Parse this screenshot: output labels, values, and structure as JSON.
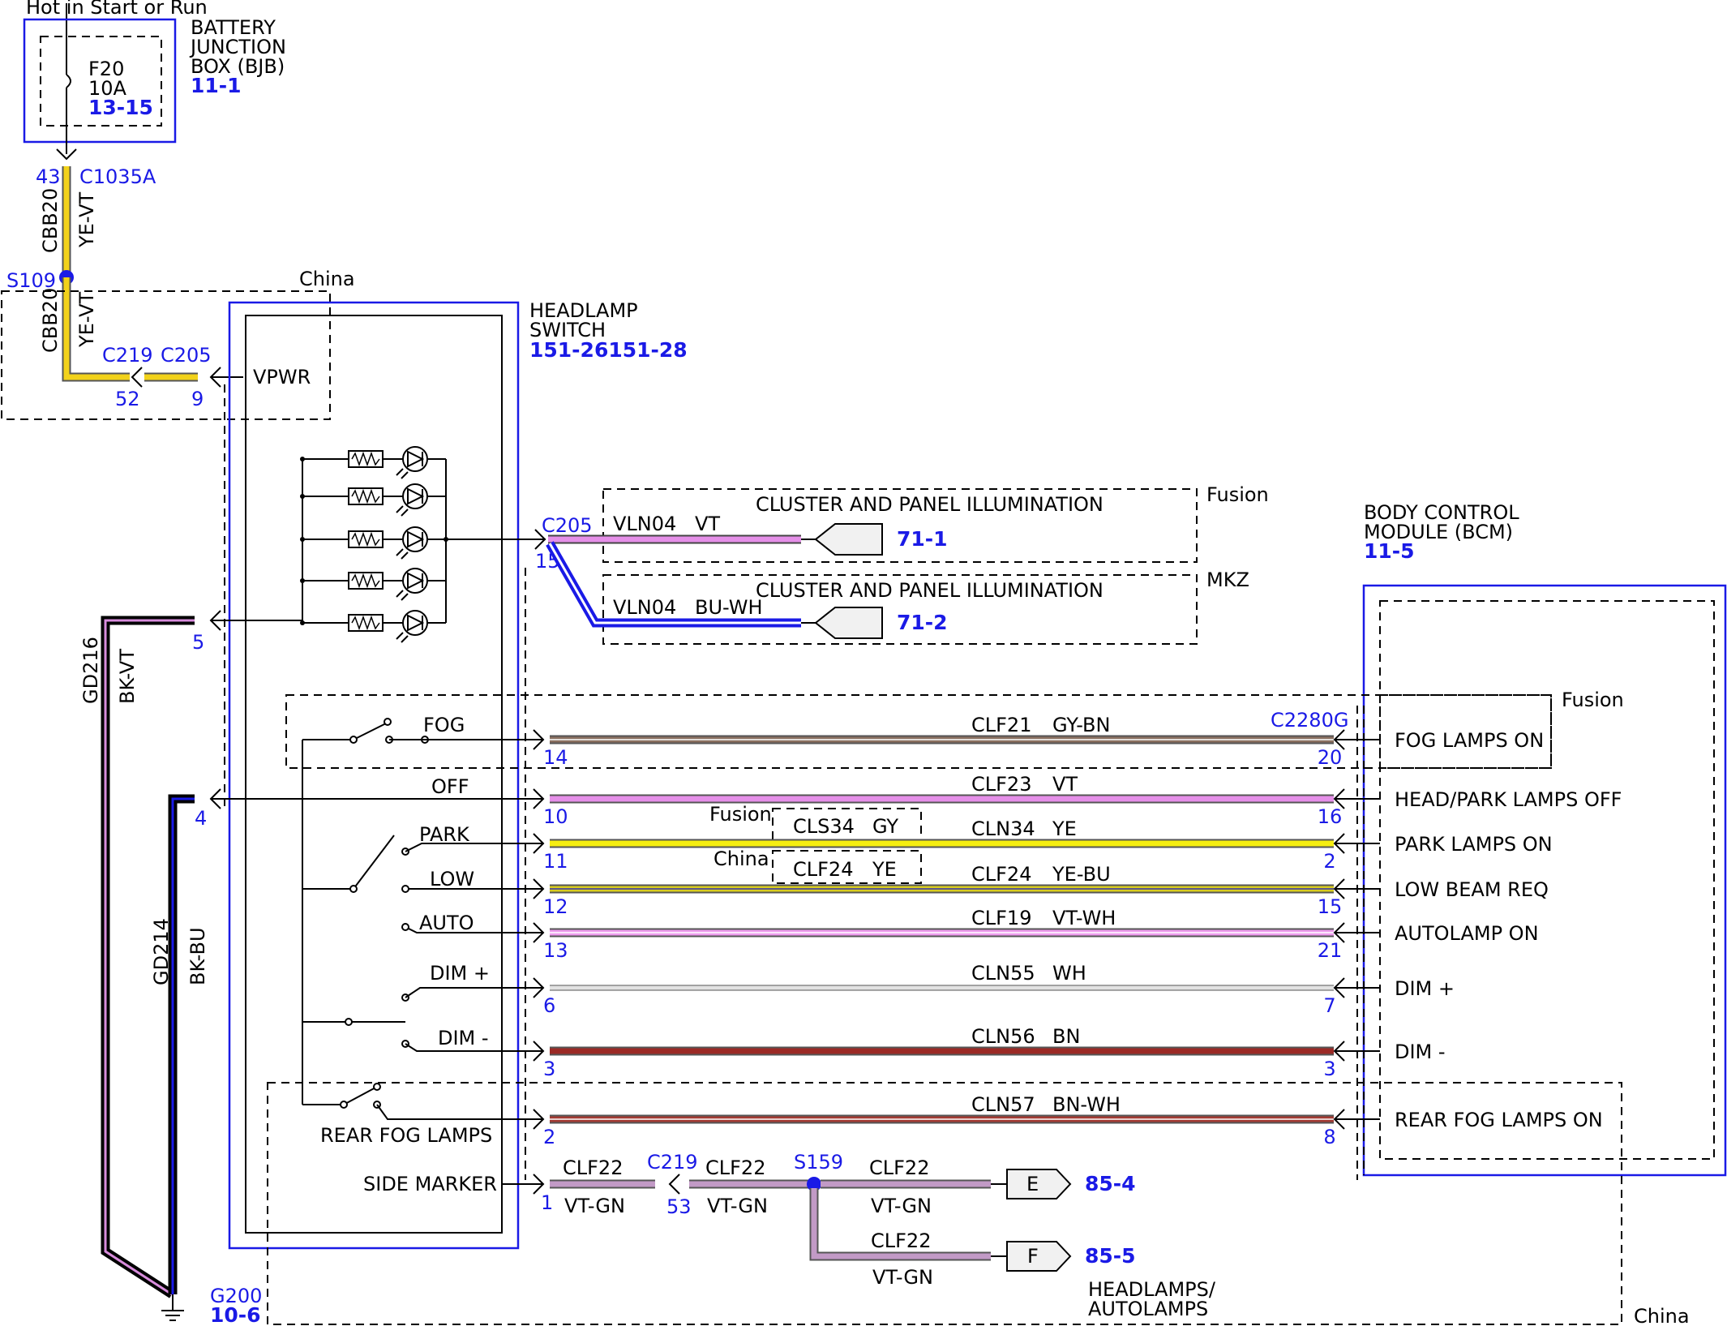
{
  "colors": {
    "YE-VT": "#f2d21a",
    "VT": "#e58fe8",
    "BU-WH": "#1a1ae6",
    "GY-BN": "#8a7060",
    "YE": "#f6ee10",
    "YE-BU": "#d8cc20",
    "VT-WH": "#ee9cee",
    "WH": "#e2e2e2",
    "BN": "#9b2a25",
    "BN-WH": "#a33a33",
    "VT-GN": "#c29ac6",
    "BK-VT": "#000000",
    "BK-BU": "#000000",
    "label_blue": "#1a1ae6",
    "module_fill": "#f1f1f1"
  },
  "header": {
    "power_label": "Hot in Start or Run"
  },
  "bjb": {
    "name_lines": [
      "BATTERY",
      "JUNCTION",
      "BOX (BJB)"
    ],
    "ref": "11-1",
    "fuse_name": "F20",
    "fuse_rating": "10A",
    "fuse_ref": "13-15"
  },
  "feed": {
    "pin": "43",
    "connector": "C1035A",
    "circuit": "CBB20",
    "color": "YE-VT",
    "splice": "S109",
    "china_label": "China",
    "vpwr": "VPWR",
    "c219": "C219",
    "c219_pin": "52",
    "c205": "C205",
    "c205_pin": "9"
  },
  "headlamp_switch": {
    "name_lines": [
      "HEADLAMP",
      "SWITCH"
    ],
    "ref": "151-26151-28"
  },
  "illumination": {
    "connector": "C205",
    "pin": "15",
    "branches": [
      {
        "variant": "Fusion",
        "title": "CLUSTER AND PANEL ILLUMINATION",
        "circuit": "VLN04",
        "color": "VT",
        "ref": "71-1"
      },
      {
        "variant": "MKZ",
        "title": "CLUSTER AND PANEL ILLUMINATION",
        "circuit": "VLN04",
        "color": "BU-WH",
        "ref": "71-2"
      }
    ]
  },
  "bcm": {
    "name_lines": [
      "BODY CONTROL",
      "MODULE (BCM)"
    ],
    "ref": "11-5",
    "connector": "C2280G",
    "fusion_label": "Fusion"
  },
  "switch_labels": [
    "FOG",
    "OFF",
    "PARK",
    "LOW",
    "AUTO",
    "DIM +",
    "DIM -",
    "REAR FOG LAMPS",
    "SIDE MARKER"
  ],
  "circuits": [
    {
      "sw_pin": "14",
      "circuit": "CLF21",
      "color": "GY-BN",
      "bcm_pin": "20",
      "bcm_label": "FOG LAMPS ON"
    },
    {
      "sw_pin": "10",
      "circuit": "CLF23",
      "color": "VT",
      "bcm_pin": "16",
      "bcm_label": "HEAD/PARK LAMPS OFF"
    },
    {
      "sw_pin": "11",
      "circuit": "CLN34",
      "color": "YE",
      "bcm_pin": "2",
      "bcm_label": "PARK LAMPS ON"
    },
    {
      "sw_pin": "12",
      "circuit": "CLF24",
      "color": "YE-BU",
      "bcm_pin": "15",
      "bcm_label": "LOW BEAM REQ"
    },
    {
      "sw_pin": "13",
      "circuit": "CLF19",
      "color": "VT-WH",
      "bcm_pin": "21",
      "bcm_label": "AUTOLAMP ON"
    },
    {
      "sw_pin": "6",
      "circuit": "CLN55",
      "color": "WH",
      "bcm_pin": "7",
      "bcm_label": "DIM +"
    },
    {
      "sw_pin": "3",
      "circuit": "CLN56",
      "color": "BN",
      "bcm_pin": "3",
      "bcm_label": "DIM -"
    },
    {
      "sw_pin": "2",
      "circuit": "CLN57",
      "color": "BN-WH",
      "bcm_pin": "8",
      "bcm_label": "REAR FOG LAMPS ON"
    }
  ],
  "park_variants": [
    {
      "variant": "Fusion",
      "circuit": "CLS34",
      "color": "GY"
    },
    {
      "variant": "China",
      "circuit": "CLF24",
      "color": "YE"
    }
  ],
  "ground": {
    "pin5": "5",
    "gd216": "GD216",
    "gd216_color": "BK-VT",
    "pin4": "4",
    "gd214": "GD214",
    "gd214_color": "BK-BU",
    "g200": "G200",
    "g200_ref": "10-6"
  },
  "side_marker": {
    "pin": "1",
    "circuit": "CLF22",
    "color": "VT-GN",
    "c219": "C219",
    "c219_pin": "53",
    "splice": "S159",
    "dest_e": "E",
    "ref_e": "85-4",
    "dest_f": "F",
    "ref_f": "85-5",
    "dest_label_lines": [
      "HEADLAMPS/",
      "AUTOLAMPS"
    ],
    "china_label": "China"
  }
}
